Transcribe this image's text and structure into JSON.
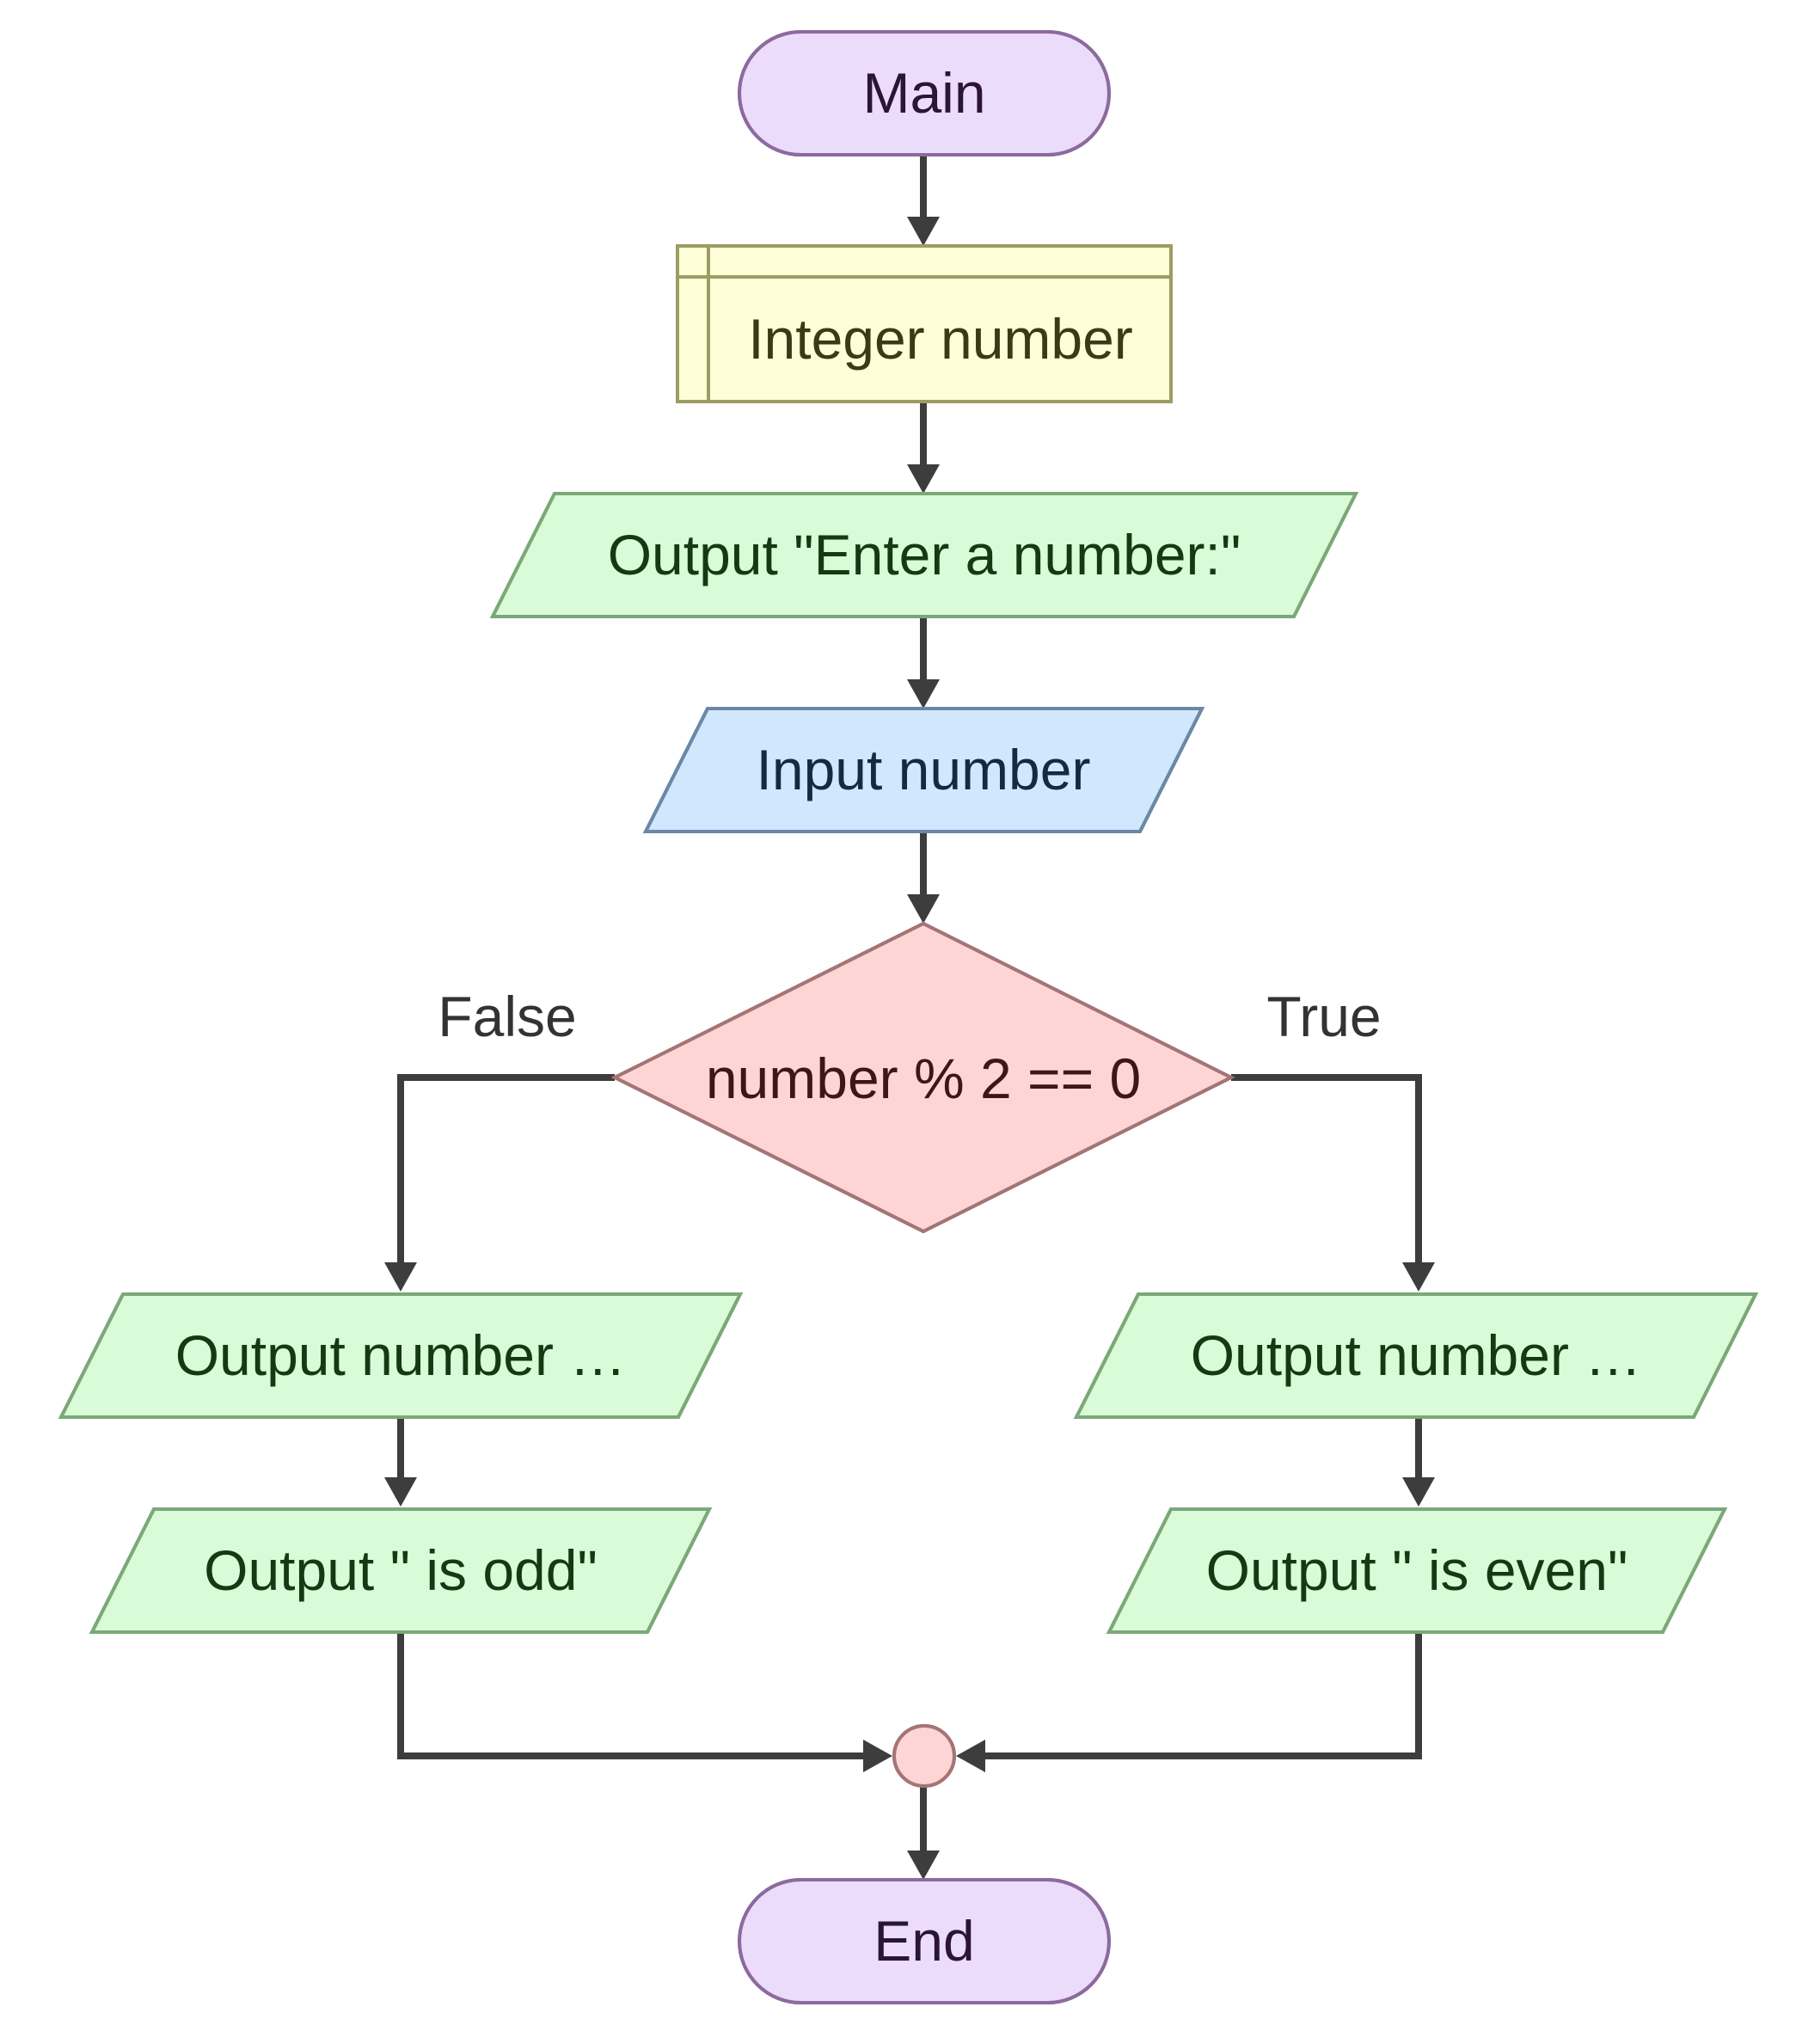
{
  "diagram": {
    "type": "flowchart",
    "colors": {
      "terminal_fill": "#ecdcfb",
      "terminal_stroke": "#8c6a9e",
      "declare_fill": "#fefed8",
      "declare_stroke": "#9c9c64",
      "output_fill": "#d9fbd7",
      "output_stroke": "#7ba878",
      "input_fill": "#d1e7fd",
      "input_stroke": "#6b88a6",
      "decision_fill": "#fdd5d5",
      "decision_stroke": "#a57474",
      "connector_fill": "#fdd5d5",
      "connector_stroke": "#a57474",
      "edge": "#3d3d3d"
    },
    "nodes": {
      "start": {
        "kind": "terminal",
        "label": "Main"
      },
      "declare": {
        "kind": "declare",
        "label": "Integer number"
      },
      "prompt": {
        "kind": "output",
        "label": "Output \"Enter a number:\""
      },
      "input": {
        "kind": "input",
        "label": "Input number"
      },
      "decision": {
        "kind": "decision",
        "label": "number % 2 == 0"
      },
      "false_output_number": {
        "kind": "output",
        "label": "Output number …"
      },
      "false_output_odd": {
        "kind": "output",
        "label": "Output \" is odd\""
      },
      "true_output_number": {
        "kind": "output",
        "label": "Output number …"
      },
      "true_output_even": {
        "kind": "output",
        "label": "Output \" is even\""
      },
      "merge": {
        "kind": "connector",
        "label": ""
      },
      "end": {
        "kind": "terminal",
        "label": "End"
      }
    },
    "branch_labels": {
      "false": "False",
      "true": "True"
    },
    "edges": [
      {
        "from": "start",
        "to": "declare"
      },
      {
        "from": "declare",
        "to": "prompt"
      },
      {
        "from": "prompt",
        "to": "input"
      },
      {
        "from": "input",
        "to": "decision"
      },
      {
        "from": "decision",
        "to": "false_output_number",
        "label": "False"
      },
      {
        "from": "decision",
        "to": "true_output_number",
        "label": "True"
      },
      {
        "from": "false_output_number",
        "to": "false_output_odd"
      },
      {
        "from": "true_output_number",
        "to": "true_output_even"
      },
      {
        "from": "false_output_odd",
        "to": "merge"
      },
      {
        "from": "true_output_even",
        "to": "merge"
      },
      {
        "from": "merge",
        "to": "end"
      }
    ]
  }
}
